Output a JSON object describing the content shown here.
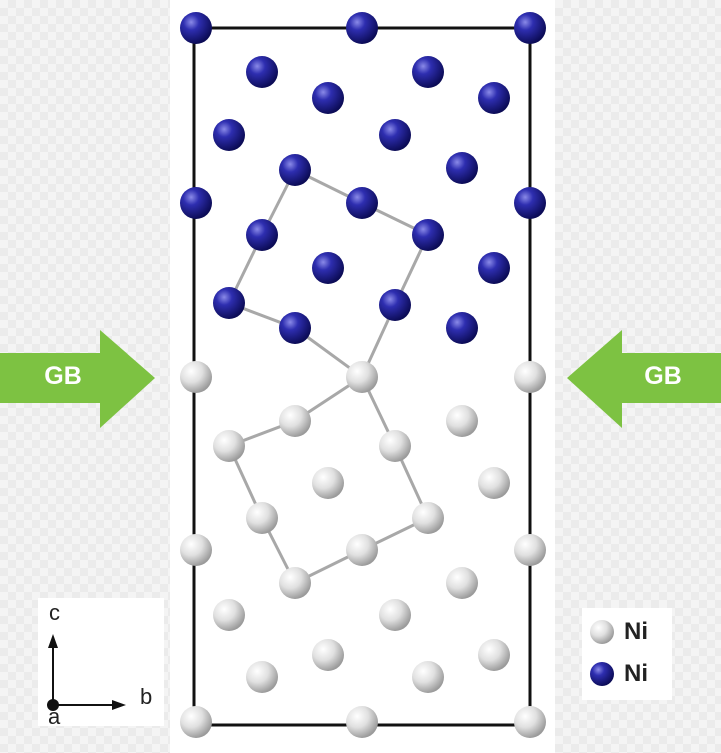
{
  "arrows": {
    "left_label": "GB",
    "right_label": "GB",
    "color": "#7dc242"
  },
  "legend": {
    "items": [
      {
        "label": "Ni",
        "color": "#d8d8d8"
      },
      {
        "label": "Ni",
        "color": "#22229a"
      }
    ]
  },
  "axes": {
    "c_label": "c",
    "b_label": "b",
    "a_label": "a"
  },
  "atom_colors": {
    "blue": "#22229a",
    "white": "#d8d8d8"
  }
}
